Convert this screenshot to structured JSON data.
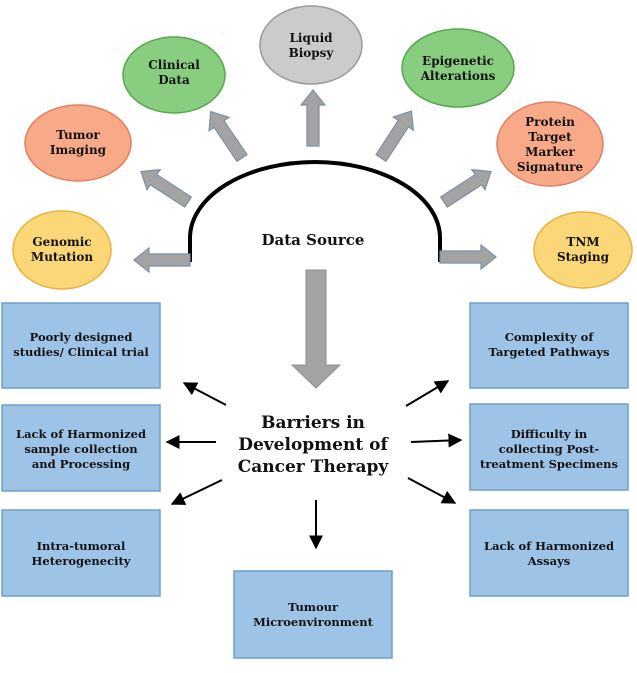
{
  "diagram": {
    "data_source": {
      "title": "Data Source",
      "nodes": [
        {
          "id": "genomic",
          "lines": [
            "Genomic",
            "Mutation"
          ],
          "fill": "#fcd778",
          "stroke": "#e8b23e"
        },
        {
          "id": "tumor-imaging",
          "lines": [
            "Tumor",
            "Imaging"
          ],
          "fill": "#f7a988",
          "stroke": "#e08060"
        },
        {
          "id": "clinical",
          "lines": [
            "Clinical",
            "Data"
          ],
          "fill": "#88cd80",
          "stroke": "#5aa64f"
        },
        {
          "id": "liquid-biopsy",
          "lines": [
            "Liquid",
            "Biopsy"
          ],
          "fill": "#cbcbcb",
          "stroke": "#9a9a9a"
        },
        {
          "id": "epigenetic",
          "lines": [
            "Epigenetic",
            "Alterations"
          ],
          "fill": "#88cd80",
          "stroke": "#5aa64f"
        },
        {
          "id": "protein",
          "lines": [
            "Protein",
            "Target",
            "Marker",
            "Signature"
          ],
          "fill": "#f7a988",
          "stroke": "#e08060"
        },
        {
          "id": "tnm",
          "lines": [
            "TNM",
            "Staging"
          ],
          "fill": "#fcd778",
          "stroke": "#e8b23e"
        }
      ]
    },
    "barriers": {
      "title_lines": [
        "Barriers  in",
        "Development of",
        "Cancer Therapy"
      ],
      "boxes": [
        {
          "id": "poorly-designed",
          "lines": [
            "Poorly designed",
            "studies/ Clinical trial"
          ]
        },
        {
          "id": "lack-harmonized-sample",
          "lines": [
            "Lack of Harmonized",
            "sample collection",
            "and Processing"
          ]
        },
        {
          "id": "intra-tumoral",
          "lines": [
            "Intra-tumoral",
            "Heterogenecity"
          ]
        },
        {
          "id": "tumour-microenvironment",
          "lines": [
            "Tumour",
            "Microenvironment"
          ]
        },
        {
          "id": "lack-harmonized-assays",
          "lines": [
            "Lack of Harmonized",
            "Assays"
          ]
        },
        {
          "id": "difficulty-collecting",
          "lines": [
            "Difficulty in",
            "collecting Post-",
            "treatment Specimens"
          ]
        },
        {
          "id": "complexity-pathways",
          "lines": [
            "Complexity of",
            "Targeted Pathways"
          ]
        }
      ]
    },
    "colors": {
      "box_fill": "#9dc3e6",
      "box_stroke": "#6f9fcf",
      "arrow_fill": "#a3a3a3",
      "arrow_stroke": "#7d8fa6",
      "line": "#000000"
    }
  }
}
